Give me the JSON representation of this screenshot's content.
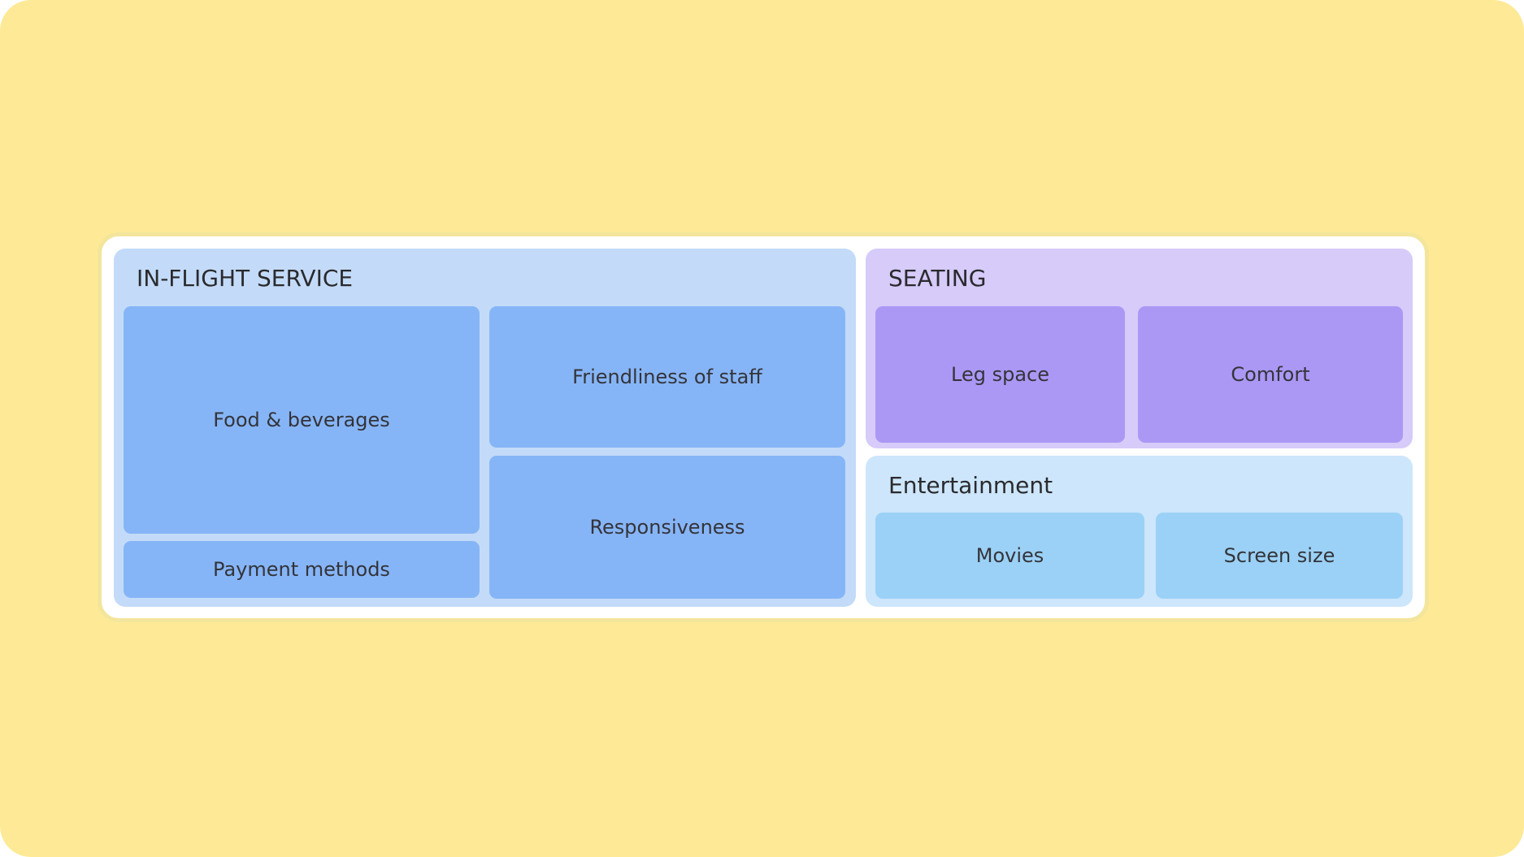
{
  "colors": {
    "background": "#feea96",
    "board": "#ffffff",
    "board_border": "#f3e59b",
    "in_flight_group": "#c3dbf8",
    "in_flight_tile": "#86b5f7",
    "seating_group": "#d6cbf9",
    "seating_tile": "#ab98f5",
    "entertainment_group": "#cde6fb",
    "entertainment_tile": "#9bd1f6",
    "text": "#34343a"
  },
  "groups": {
    "in_flight_service": {
      "title": "IN-FLIGHT SERVICE",
      "items": {
        "food": "Food & beverages",
        "payment": "Payment methods",
        "friendliness": "Friendliness of staff",
        "responsiveness": "Responsiveness"
      }
    },
    "seating": {
      "title": "SEATING",
      "items": {
        "leg_space": "Leg space",
        "comfort": "Comfort"
      }
    },
    "entertainment": {
      "title": "Entertainment",
      "items": {
        "movies": "Movies",
        "screen_size": "Screen size"
      }
    }
  }
}
